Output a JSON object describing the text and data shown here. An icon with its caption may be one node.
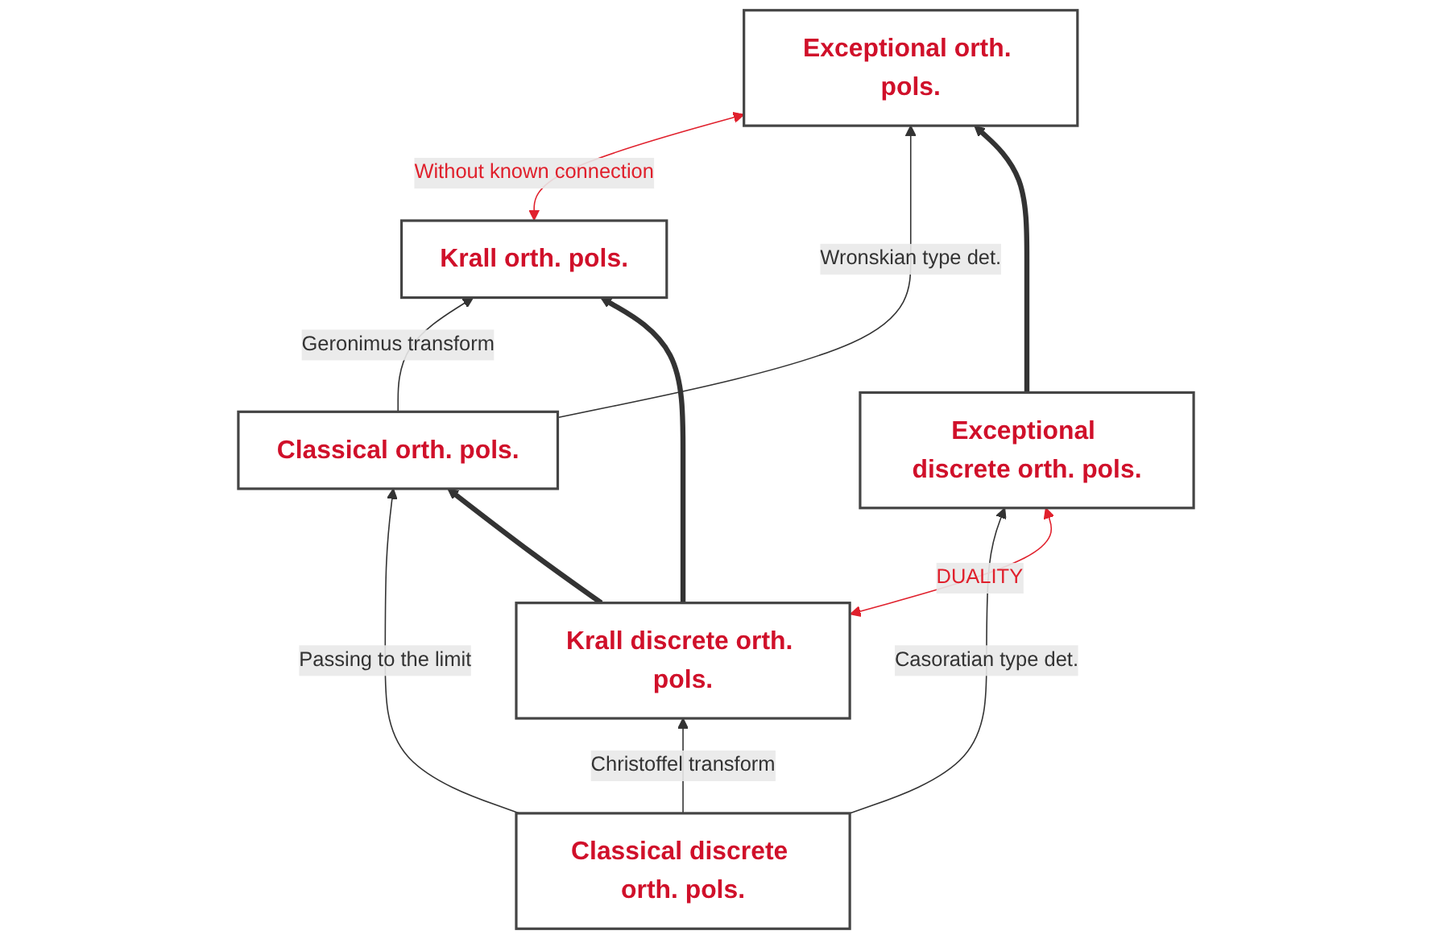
{
  "diagram": {
    "nodes": [
      {
        "text": [
          "Krall orth. pols."
        ]
      },
      {
        "text": [
          "Exceptional orth. pols."
        ]
      },
      {
        "text": [
          "Classical orth. pols."
        ]
      },
      {
        "text": [
          "Classical discrete orth. pols."
        ]
      },
      {
        "text": [
          "Krall discrete orth. pols."
        ]
      },
      {
        "text": [
          "Exceptional discrete orth. pols."
        ]
      }
    ],
    "edges": [
      {
        "from": 0,
        "to": 1,
        "arrow": "both",
        "label": "Without known connection",
        "color": "#e0202c"
      },
      {
        "from": 2,
        "to": 0,
        "arrow": "to",
        "label": "Geronimus transform"
      },
      {
        "from": 2,
        "to": 1,
        "arrow": "to",
        "label": "Wronskian type det."
      },
      {
        "from": 3,
        "to": 2,
        "arrow": "to",
        "label": "Passing to the limit"
      },
      {
        "from": 3,
        "to": 4,
        "arrow": "to",
        "label": "Christoffel transform"
      },
      {
        "from": 3,
        "to": 5,
        "arrow": "to",
        "label": "Casoratian type det."
      },
      {
        "from": 4,
        "to": 5,
        "arrow": "both",
        "label": "DUALITY",
        "color": "#e0202c"
      },
      {
        "from": 4,
        "to": 0,
        "arrow": "to",
        "style": "thick"
      },
      {
        "from": 4,
        "to": 2,
        "arrow": "to",
        "style": "thick"
      },
      {
        "from": 5,
        "to": 1,
        "arrow": "to",
        "style": "thick"
      }
    ]
  }
}
